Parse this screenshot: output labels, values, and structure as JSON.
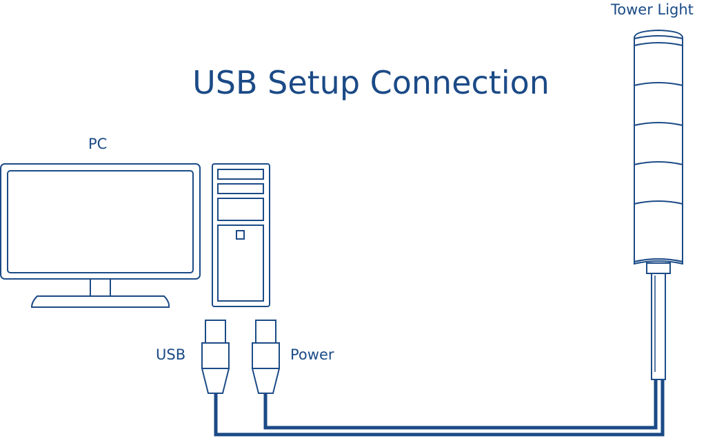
{
  "title": "USB Setup Connection",
  "labels": {
    "tower_light": "Tower Light",
    "pc": "PC",
    "usb": "USB",
    "power": "Power"
  },
  "colors": {
    "line": "#1b4a86"
  }
}
